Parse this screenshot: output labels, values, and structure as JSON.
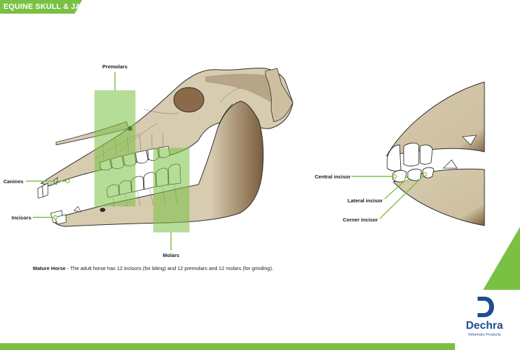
{
  "header": {
    "title": "EQUINE SKULL & JAW"
  },
  "labels": {
    "premolars": "Premolars",
    "molars": "Molars",
    "canines": "Canines",
    "incisors": "Incisors",
    "central_incisor": "Central incisor",
    "lateral_incisor": "Lateral incisor",
    "corner_incisor": "Corner incisor"
  },
  "caption": {
    "bold": "Mature Horse",
    "text": " - The adult horse has 12 incisors (for biting) and 12 premolars and 12 molars (for grinding)."
  },
  "logo": {
    "name": "Dechra",
    "tagline": "Veterinary Products"
  },
  "colors": {
    "brand_green": "#7ac143",
    "brand_blue": "#1c4f8f",
    "bone": "#d8ccb0",
    "bone_shadow": "#7a5c3c",
    "tooth": "#ffffff",
    "outline": "#2b2b2b"
  }
}
